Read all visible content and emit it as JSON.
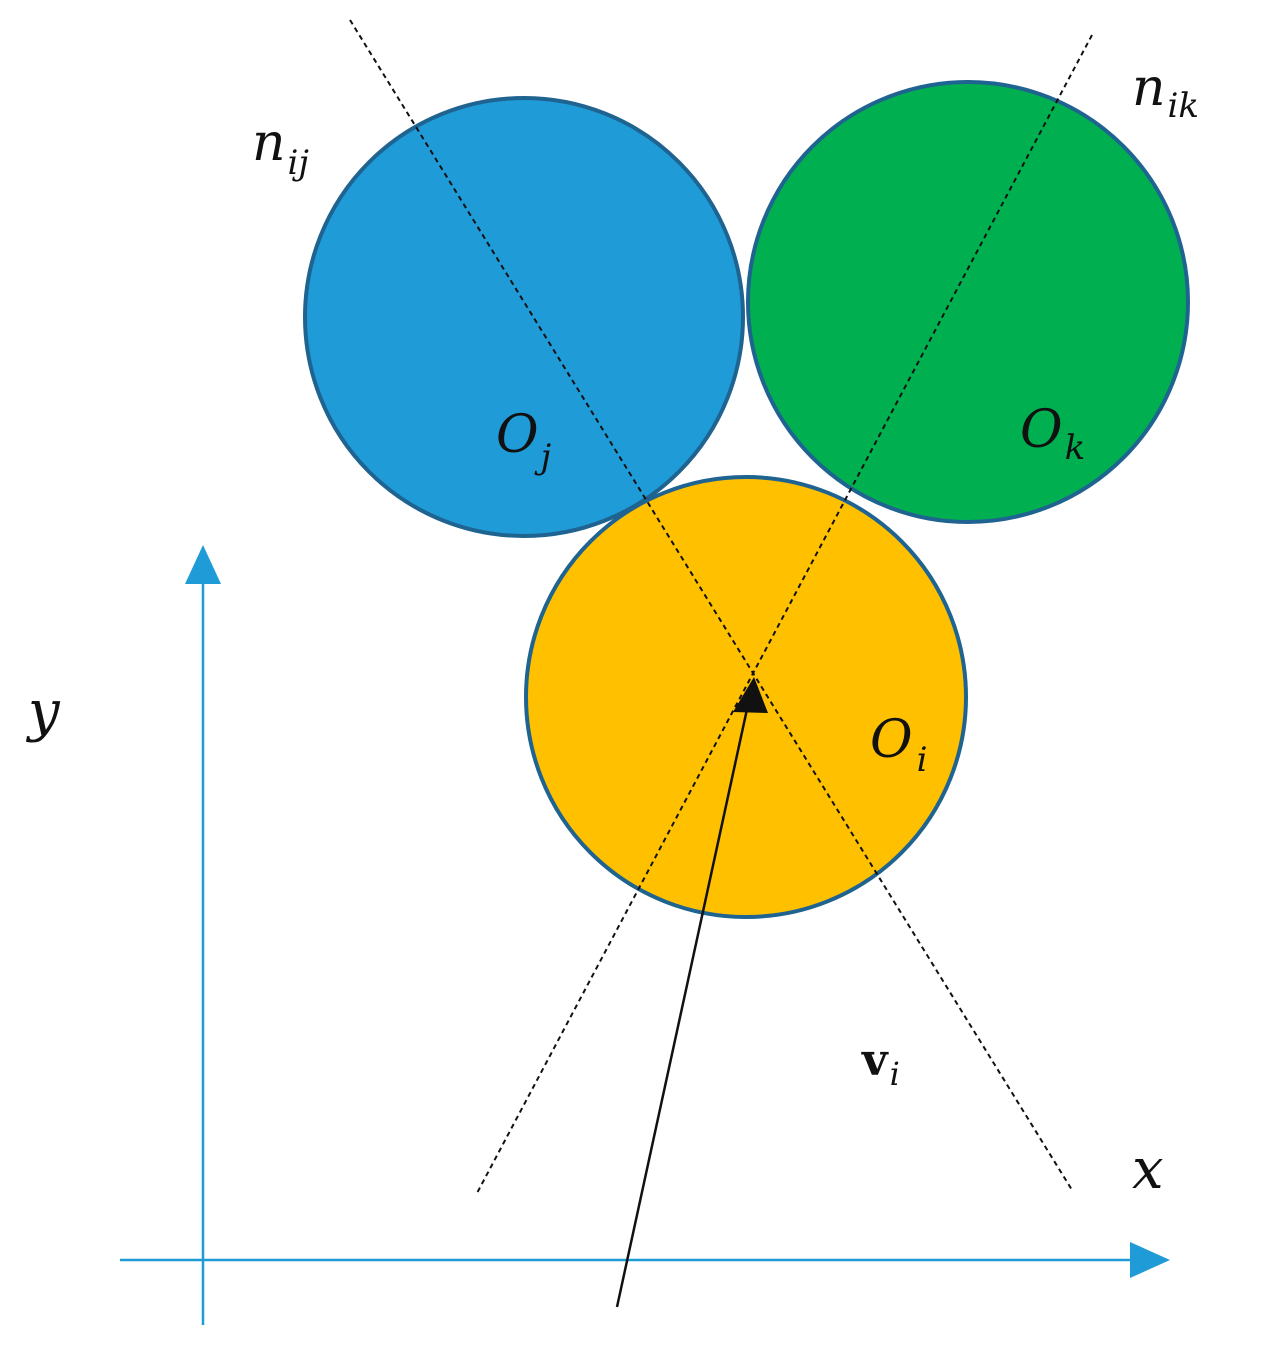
{
  "colors": {
    "circle_i": "#FFC000",
    "circle_j": "#1F9BD7",
    "circle_k": "#00B050",
    "circle_stroke": "#1F6391",
    "axis": "#1F9BD7",
    "line": "#111111"
  },
  "labels": {
    "n_ij": {
      "base": "n",
      "sub": "ij"
    },
    "n_ik": {
      "base": "n",
      "sub": "ik"
    },
    "O_j": {
      "base": "O",
      "sub": "j"
    },
    "O_k": {
      "base": "O",
      "sub": "k"
    },
    "O_i": {
      "base": "O",
      "sub": "i"
    },
    "v_i": {
      "base": "v",
      "sub": "i"
    },
    "x_axis": "x",
    "y_axis": "y"
  }
}
